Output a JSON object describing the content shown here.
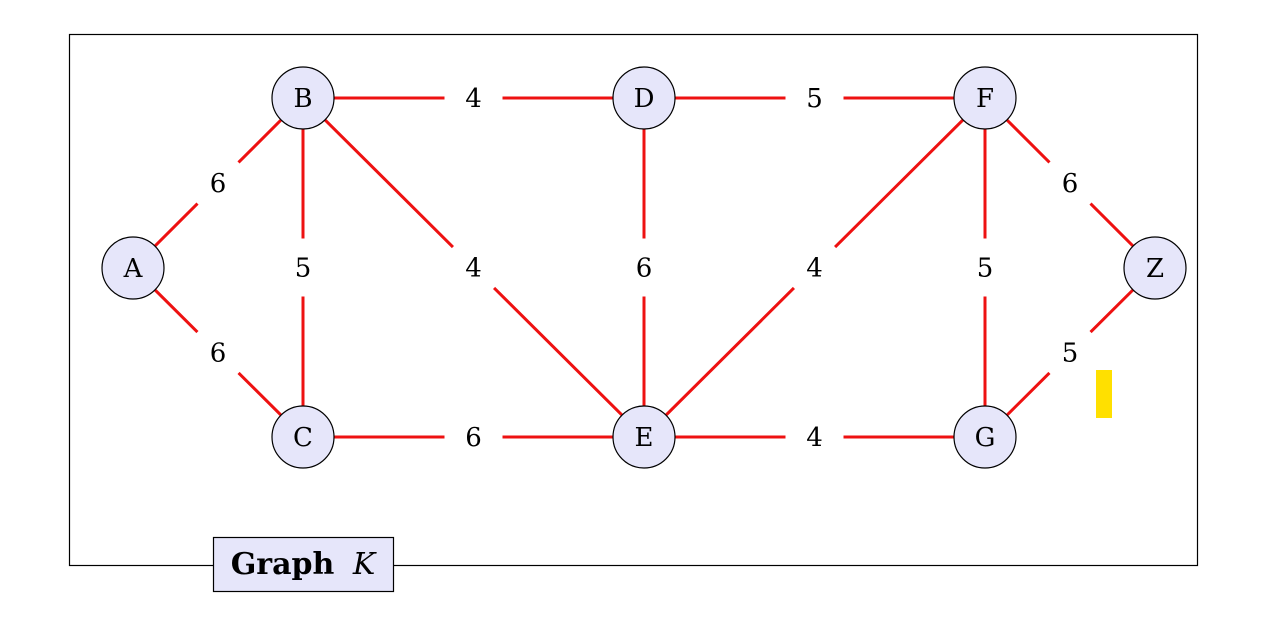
{
  "caption": {
    "bold": "Graph",
    "italic": "K"
  },
  "colors": {
    "edge": "#ee1111",
    "node_fill": "#e6e6fa",
    "node_stroke": "#000000",
    "frame": "#000000",
    "caption_fill": "#e6e6fa",
    "highlight": "#ffe000"
  },
  "nodes": [
    {
      "id": "A",
      "label": "A"
    },
    {
      "id": "B",
      "label": "B"
    },
    {
      "id": "C",
      "label": "C"
    },
    {
      "id": "D",
      "label": "D"
    },
    {
      "id": "E",
      "label": "E"
    },
    {
      "id": "F",
      "label": "F"
    },
    {
      "id": "G",
      "label": "G"
    },
    {
      "id": "Z",
      "label": "Z"
    }
  ],
  "edges": [
    {
      "from": "A",
      "to": "B",
      "weight": "6"
    },
    {
      "from": "A",
      "to": "C",
      "weight": "6"
    },
    {
      "from": "B",
      "to": "C",
      "weight": "5"
    },
    {
      "from": "B",
      "to": "D",
      "weight": "4"
    },
    {
      "from": "B",
      "to": "E",
      "weight": "4"
    },
    {
      "from": "C",
      "to": "E",
      "weight": "6"
    },
    {
      "from": "D",
      "to": "E",
      "weight": "6"
    },
    {
      "from": "D",
      "to": "F",
      "weight": "5"
    },
    {
      "from": "E",
      "to": "F",
      "weight": "4"
    },
    {
      "from": "E",
      "to": "G",
      "weight": "4"
    },
    {
      "from": "F",
      "to": "G",
      "weight": "5"
    },
    {
      "from": "F",
      "to": "Z",
      "weight": "6"
    },
    {
      "from": "G",
      "to": "Z",
      "weight": "5"
    }
  ]
}
